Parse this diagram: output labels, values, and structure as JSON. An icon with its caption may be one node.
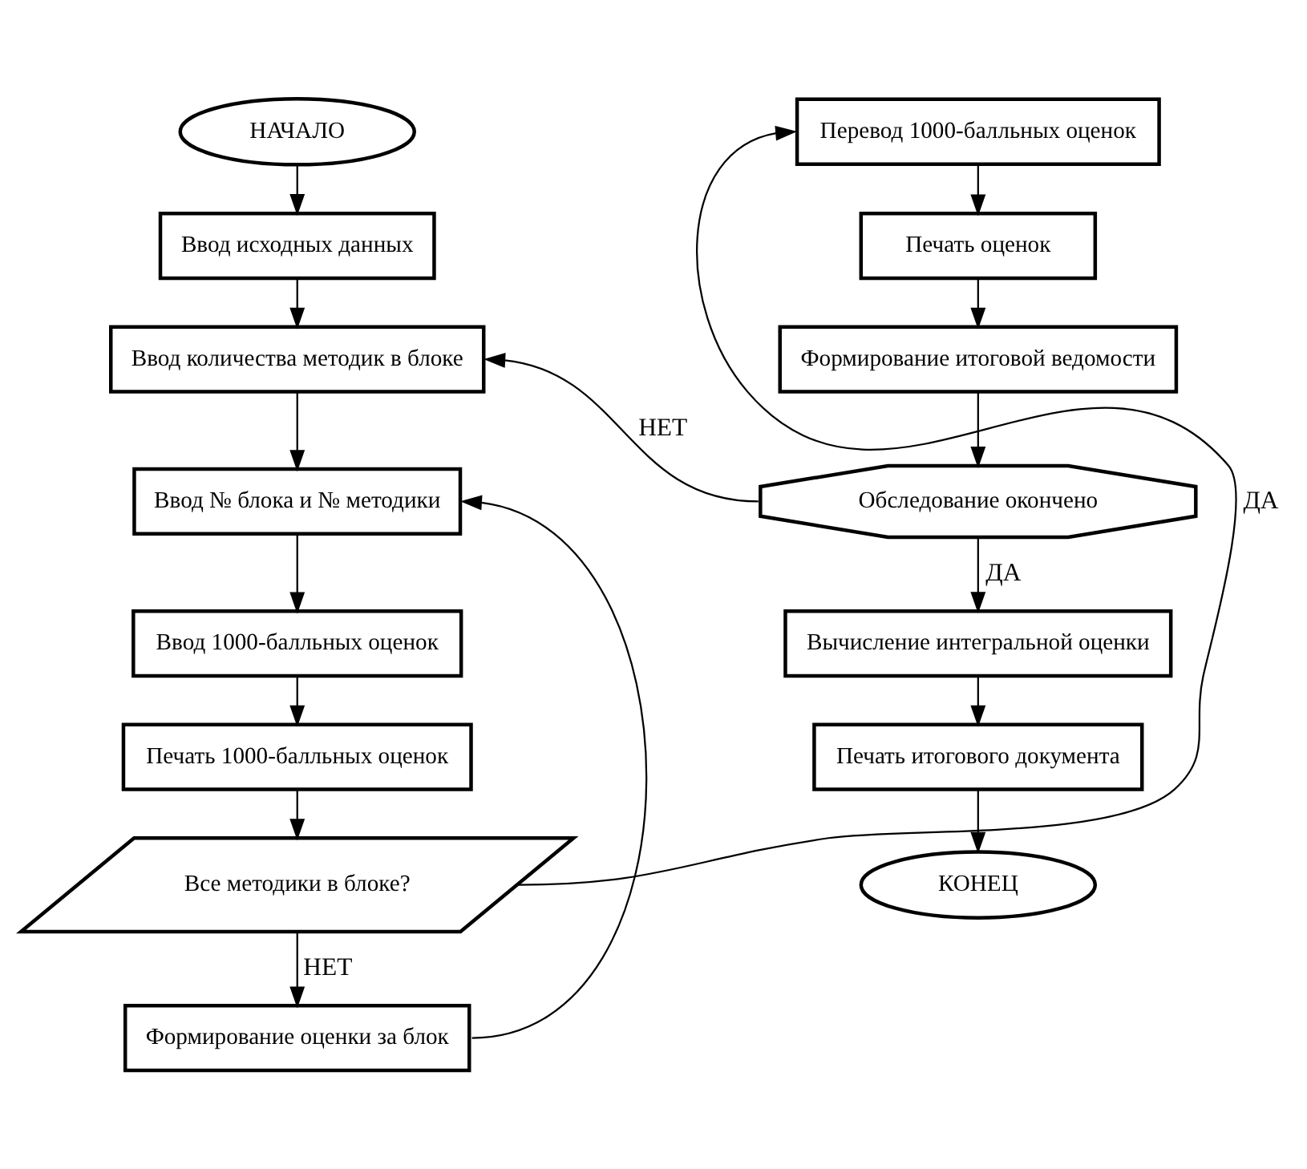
{
  "diagram": {
    "nodes": [
      {
        "text": [
          "НАЧАЛО"
        ]
      },
      {
        "text": [
          "Ввод исходных данных"
        ]
      },
      {
        "text": [
          "Ввод количества методик в блоке"
        ]
      },
      {
        "text": [
          "Ввод № блока и № методики"
        ]
      },
      {
        "text": [
          "Ввод 1000-балльных оценок"
        ]
      },
      {
        "text": [
          "Печать 1000-балльных оценок"
        ]
      },
      {
        "text": [
          "Все методики в блоке?"
        ]
      },
      {
        "text": [
          "Формирование оценки за блок"
        ]
      },
      {
        "text": [
          "Перевод 1000-балльных оценок"
        ]
      },
      {
        "text": [
          "Печать оценок"
        ]
      },
      {
        "text": [
          "Формирование итоговой ведомости"
        ]
      },
      {
        "text": [
          "Обследование окончено"
        ]
      },
      {
        "text": [
          "Вычисление интегральной оценки"
        ]
      },
      {
        "text": [
          "Печать итогового документа"
        ]
      },
      {
        "text": [
          "КОНЕЦ"
        ]
      }
    ],
    "edges": [
      {
        "from": 0,
        "to": 1,
        "arrow": "to"
      },
      {
        "from": 1,
        "to": 2,
        "arrow": "to"
      },
      {
        "from": 2,
        "to": 3,
        "arrow": "to"
      },
      {
        "from": 3,
        "to": 4,
        "arrow": "to"
      },
      {
        "from": 4,
        "to": 5,
        "arrow": "to"
      },
      {
        "from": 5,
        "to": 6,
        "arrow": "to"
      },
      {
        "from": 6,
        "to": 8,
        "arrow": "to",
        "label": "ДА"
      },
      {
        "from": 6,
        "to": 7,
        "arrow": "to",
        "label": "НЕТ"
      },
      {
        "from": 7,
        "to": 3,
        "arrow": "to"
      },
      {
        "from": 8,
        "to": 9,
        "arrow": "to"
      },
      {
        "from": 9,
        "to": 10,
        "arrow": "to"
      },
      {
        "from": 10,
        "to": 11,
        "arrow": "to"
      },
      {
        "from": 11,
        "to": 2,
        "arrow": "to",
        "label": "НЕТ"
      },
      {
        "from": 11,
        "to": 12,
        "arrow": "to",
        "label": "ДА"
      },
      {
        "from": 12,
        "to": 13,
        "arrow": "to"
      },
      {
        "from": 13,
        "to": 14,
        "arrow": "to"
      }
    ]
  }
}
